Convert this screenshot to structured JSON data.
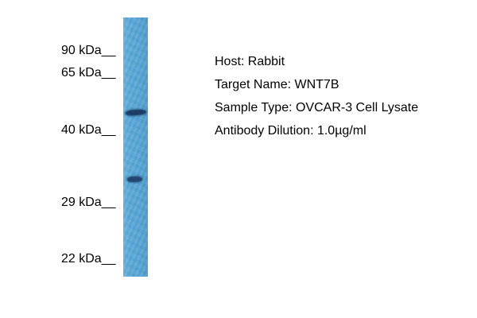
{
  "colors": {
    "bg": "#ffffff",
    "lane": "#58a8d8",
    "band": "#1d3e67",
    "text": "#000000"
  },
  "blot": {
    "markers": [
      {
        "label": "90 kDa__"
      },
      {
        "label": "65 kDa__"
      },
      {
        "label": "40 kDa__"
      },
      {
        "label": "29 kDa__"
      },
      {
        "label": "22 kDa__"
      }
    ],
    "bands": [
      {
        "name": "upper band"
      },
      {
        "name": "lower band"
      }
    ]
  },
  "info": {
    "lines": [
      "Host: Rabbit",
      "Target Name: WNT7B",
      "Sample Type: OVCAR-3 Cell Lysate",
      "Antibody Dilution: 1.0µg/ml"
    ]
  }
}
